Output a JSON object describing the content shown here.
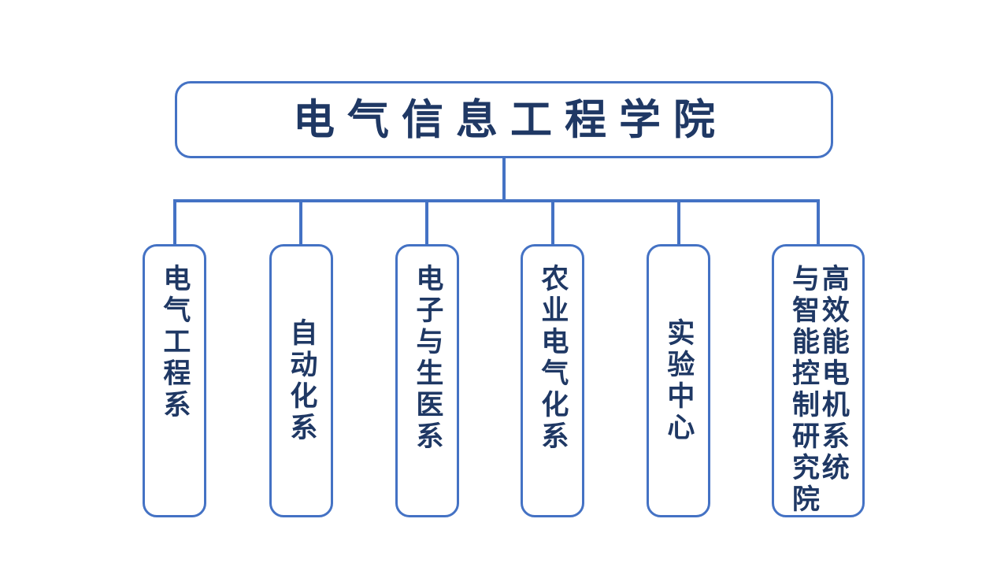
{
  "diagram": {
    "type": "organization-chart",
    "orientation": "top-down",
    "colors": {
      "line": "#4472C4",
      "box_border": "#4472C4",
      "text": "#1F3864",
      "background": "#FFFFFF"
    },
    "root": {
      "label": "电气信息工程学院"
    },
    "children": [
      {
        "id": "dept-electrical-engineering",
        "columns": [
          "电气工程系"
        ]
      },
      {
        "id": "dept-automation",
        "columns": [
          "自动化系"
        ]
      },
      {
        "id": "dept-electronics-biomedical",
        "columns": [
          "电子与生医系"
        ]
      },
      {
        "id": "dept-agricultural-electrification",
        "columns": [
          "农业电气化系"
        ]
      },
      {
        "id": "experiment-center",
        "columns": [
          "实验中心"
        ]
      },
      {
        "id": "institute-high-efficiency-motor",
        "columns": [
          "高效能电机系统",
          "与智能控制研究院"
        ]
      }
    ]
  }
}
